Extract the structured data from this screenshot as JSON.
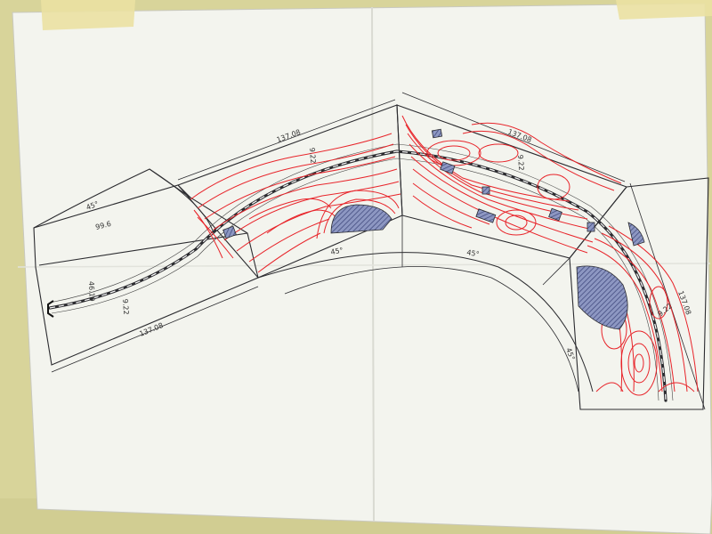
{
  "photo": {
    "colors": {
      "wall": "#d8d49a",
      "paper": "#f4f5ef",
      "tape": "#e9de9e",
      "contour": "#e8242a",
      "ink": "#2c2c30",
      "lake_fill": "#6a76a8"
    }
  },
  "dimensions": {
    "top_left_length": "137.08",
    "top_right_length": "137.08",
    "right_length": "137.08",
    "bottom_left_length": "137.08",
    "left_angle": "45°",
    "inner_angle_left": "45°",
    "inner_angle_mid": "45°",
    "inner_angle_right": "45°",
    "width_a": "99.6",
    "width_b": "46.19",
    "track_gap_a": "9.22",
    "track_gap_b": "9.22",
    "track_gap_c": "9.22",
    "track_gap_d": "9.22"
  }
}
